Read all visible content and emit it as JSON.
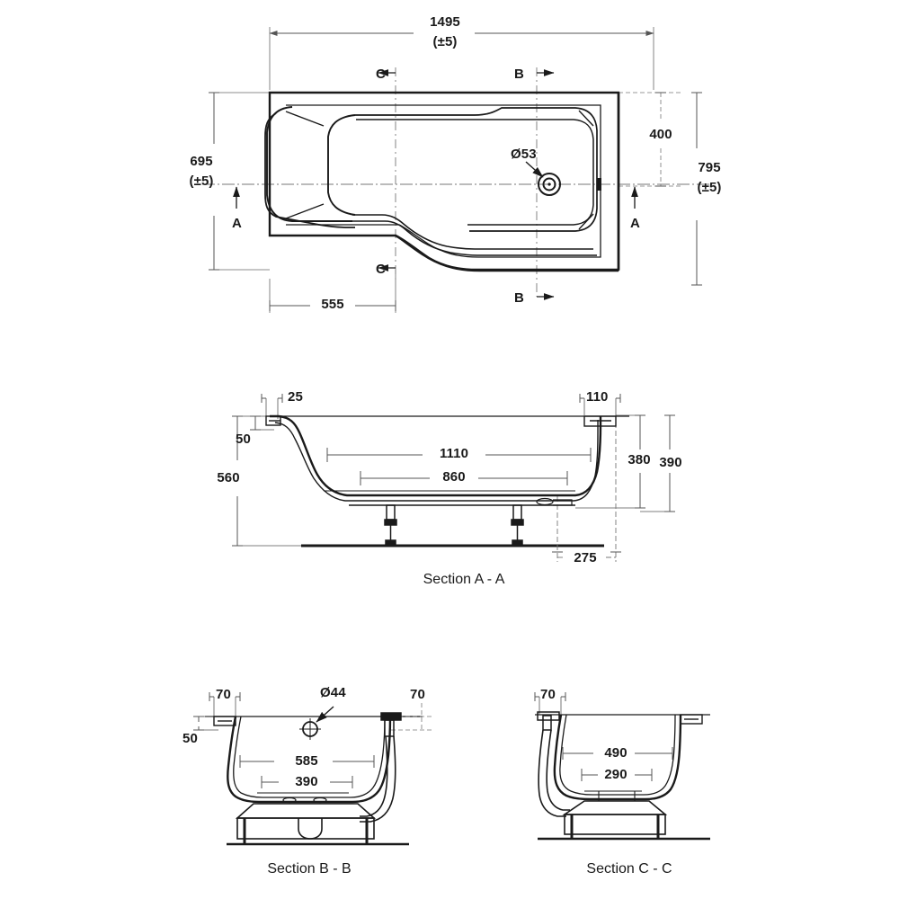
{
  "drawing": {
    "product": "P-shaped shower bath technical drawing",
    "units": "mm"
  },
  "plan": {
    "dim_length": "1495",
    "dim_length_tol": "(±5)",
    "dim_width_left": "695",
    "dim_width_left_tol": "(±5)",
    "dim_width_right": "795",
    "dim_width_right_tol": "(±5)",
    "dim_waste_offset": "400",
    "dim_c_offset": "555",
    "waste_dia": "Ø53",
    "section_mark_a_left": "A",
    "section_mark_a_right": "A",
    "section_mark_b_top": "B",
    "section_mark_b_bottom": "B",
    "section_mark_c_top": "C",
    "section_mark_c_bottom": "C"
  },
  "section_a": {
    "title": "Section A - A",
    "dim_rim_width": "25",
    "dim_rim_depth": "50",
    "dim_overall_height": "560",
    "dim_inner_top": "1110",
    "dim_inner_base": "860",
    "dim_end_rim": "110",
    "dim_depth_inner": "380",
    "dim_depth_outer": "390",
    "dim_waste_from_end": "275"
  },
  "section_b": {
    "title": "Section B - B",
    "dim_rim_left": "70",
    "dim_rim_right": "70",
    "dim_rim_depth": "50",
    "overflow_dia": "Ø44",
    "dim_top_width": "585",
    "dim_base_width": "390"
  },
  "section_c": {
    "title": "Section C - C",
    "dim_rim_left": "70",
    "dim_top_width": "490",
    "dim_base_width": "290"
  },
  "colors": {
    "line": "#1a1a1a",
    "dimension_line": "#555555",
    "centre_line": "#777777",
    "background": "#ffffff"
  }
}
